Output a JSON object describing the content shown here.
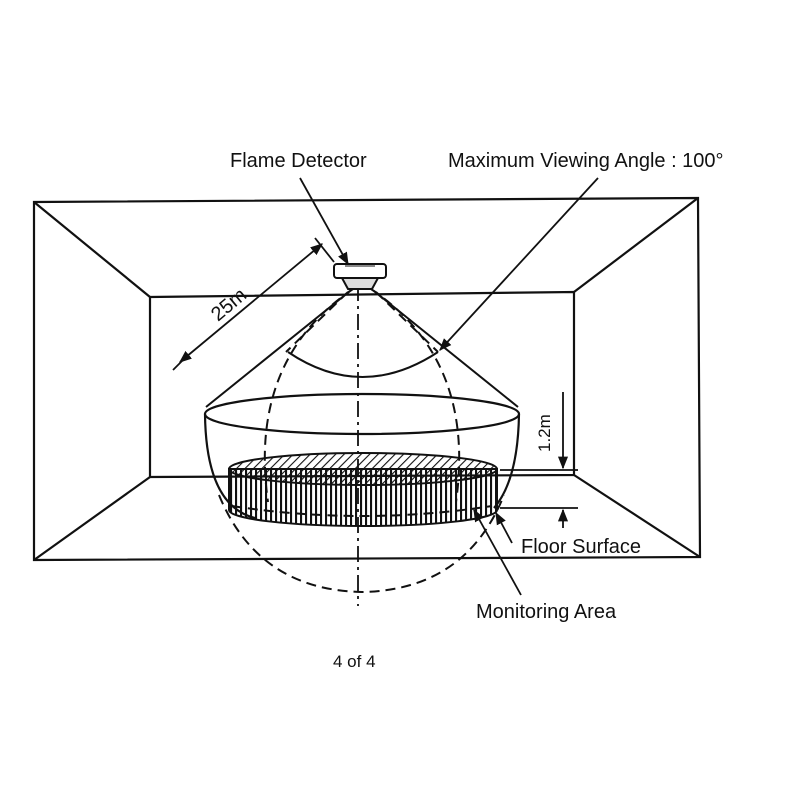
{
  "labels": {
    "flame_detector": "Flame Detector",
    "max_viewing_angle": "Maximum Viewing Angle : 100°",
    "distance": "25m",
    "height": "1.2m",
    "floor_surface": "Floor Surface",
    "monitoring_area": "Monitoring Area"
  },
  "page_number": "4 of 4",
  "colors": {
    "ink": "#111111",
    "paper": "#ffffff"
  }
}
